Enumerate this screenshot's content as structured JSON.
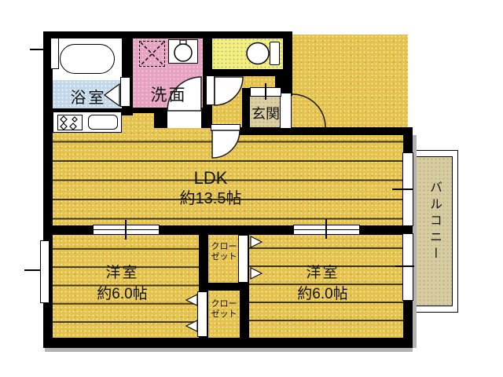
{
  "rooms": {
    "bath": {
      "label": "浴室"
    },
    "washroom": {
      "label": "洗面"
    },
    "entrance": {
      "label": "玄関"
    },
    "ldk": {
      "label": "LDK",
      "area": "約13.5帖"
    },
    "bedroom_left": {
      "label": "洋室",
      "area": "約6.0帖"
    },
    "bedroom_right": {
      "label": "洋室",
      "area": "約6.0帖"
    },
    "closet_top": {
      "line1": "クロー",
      "line2": "ゼット"
    },
    "closet_bottom": {
      "line1": "クロー",
      "line2": "ゼット"
    },
    "balcony": {
      "label": "バルコニー"
    }
  },
  "colors": {
    "floor": "#E5C24E",
    "bath": "#C3D7EA",
    "washroom": "#E7A2C1",
    "toilet_room": "#F2EF7C",
    "entrance": "#DCCFA3",
    "balcony": "#D7CCA0",
    "wall": "#000000",
    "background": "#FFFFFF"
  }
}
